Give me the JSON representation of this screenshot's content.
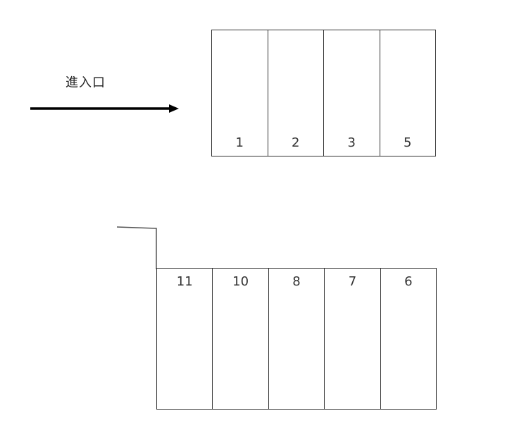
{
  "entrance": {
    "label": "進入口",
    "arrow_icon": "right-arrow-icon"
  },
  "top_row": {
    "slots": [
      {
        "number": "1"
      },
      {
        "number": "2"
      },
      {
        "number": "3"
      },
      {
        "number": "5"
      }
    ]
  },
  "bottom_row": {
    "slots": [
      {
        "number": "11"
      },
      {
        "number": "10"
      },
      {
        "number": "8"
      },
      {
        "number": "7"
      },
      {
        "number": "6"
      }
    ]
  },
  "colors": {
    "line": "#333333",
    "arrow": "#000000",
    "background": "#ffffff"
  }
}
